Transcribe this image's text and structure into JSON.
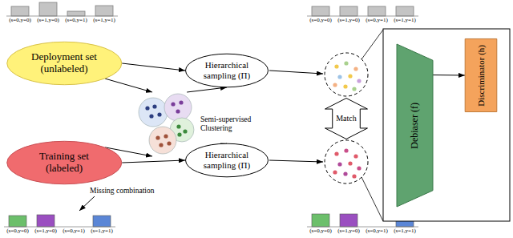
{
  "diagram": {
    "nodes": [
      {
        "text": [
          "Deployment set (unlabeled)"
        ]
      },
      {
        "text": [
          "Training set (labeled)"
        ]
      },
      {
        "text": [
          "Semi-supervised Clustering"
        ]
      },
      {
        "text": [
          "Hierarchical sampling (Π)"
        ]
      },
      {
        "text": [
          "Hierarchical sampling (Π)"
        ]
      },
      {
        "text": [
          "Match"
        ]
      },
      {
        "text": [
          "Debiaser (f)"
        ]
      },
      {
        "text": [
          "Discriminator (h)"
        ]
      }
    ],
    "edges": [
      {
        "from": 0,
        "to": 3,
        "arrow": "to"
      },
      {
        "from": 0,
        "to": 2,
        "arrow": "to"
      },
      {
        "from": 1,
        "to": 2,
        "arrow": "to"
      },
      {
        "from": 1,
        "to": 4,
        "arrow": "to"
      },
      {
        "from": 2,
        "to": 3,
        "arrow": "to"
      },
      {
        "from": 2,
        "to": 4,
        "arrow": "to"
      },
      {
        "from": 6,
        "to": 7,
        "arrow": "to"
      }
    ],
    "labels": [
      "(s=0,y=0)",
      "(s=1,y=0)",
      "(s=0,y=1)",
      "(s=1,y=1)",
      "(s=0,y=0)",
      "(s=1,y=0)",
      "(s=0,y=1)",
      "(s=1,y=1)",
      "Missing combination",
      "(s=0,y=0)",
      "(s=1,y=0)",
      "(s=0,y=1)",
      "(s=1,y=1)",
      "(s=0,y=0)",
      "(s=1,y=0)",
      "(s=0,y=1)",
      "(s=1,y=1)"
    ]
  }
}
